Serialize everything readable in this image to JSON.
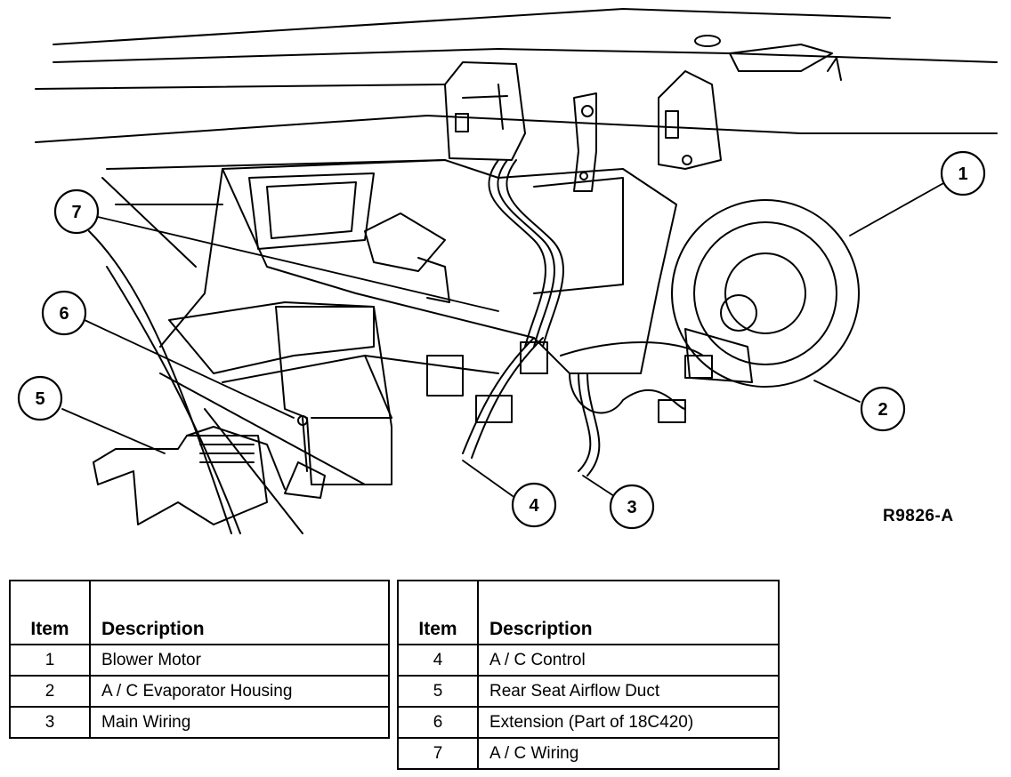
{
  "figure_id": "R9826-A",
  "callouts": [
    {
      "number": "1"
    },
    {
      "number": "2"
    },
    {
      "number": "3"
    },
    {
      "number": "4"
    },
    {
      "number": "5"
    },
    {
      "number": "6"
    },
    {
      "number": "7"
    }
  ],
  "legend_left": {
    "headers": {
      "item": "Item",
      "description": "Description"
    },
    "rows": [
      {
        "item": "1",
        "description": "Blower Motor"
      },
      {
        "item": "2",
        "description": "A / C Evaporator Housing"
      },
      {
        "item": "3",
        "description": "Main Wiring"
      }
    ]
  },
  "legend_right": {
    "headers": {
      "item": "Item",
      "description": "Description"
    },
    "rows": [
      {
        "item": "4",
        "description": "A / C Control"
      },
      {
        "item": "5",
        "description": "Rear Seat Airflow Duct"
      },
      {
        "item": "6",
        "description": "Extension (Part of 18C420)"
      },
      {
        "item": "7",
        "description": "A / C Wiring"
      }
    ]
  }
}
